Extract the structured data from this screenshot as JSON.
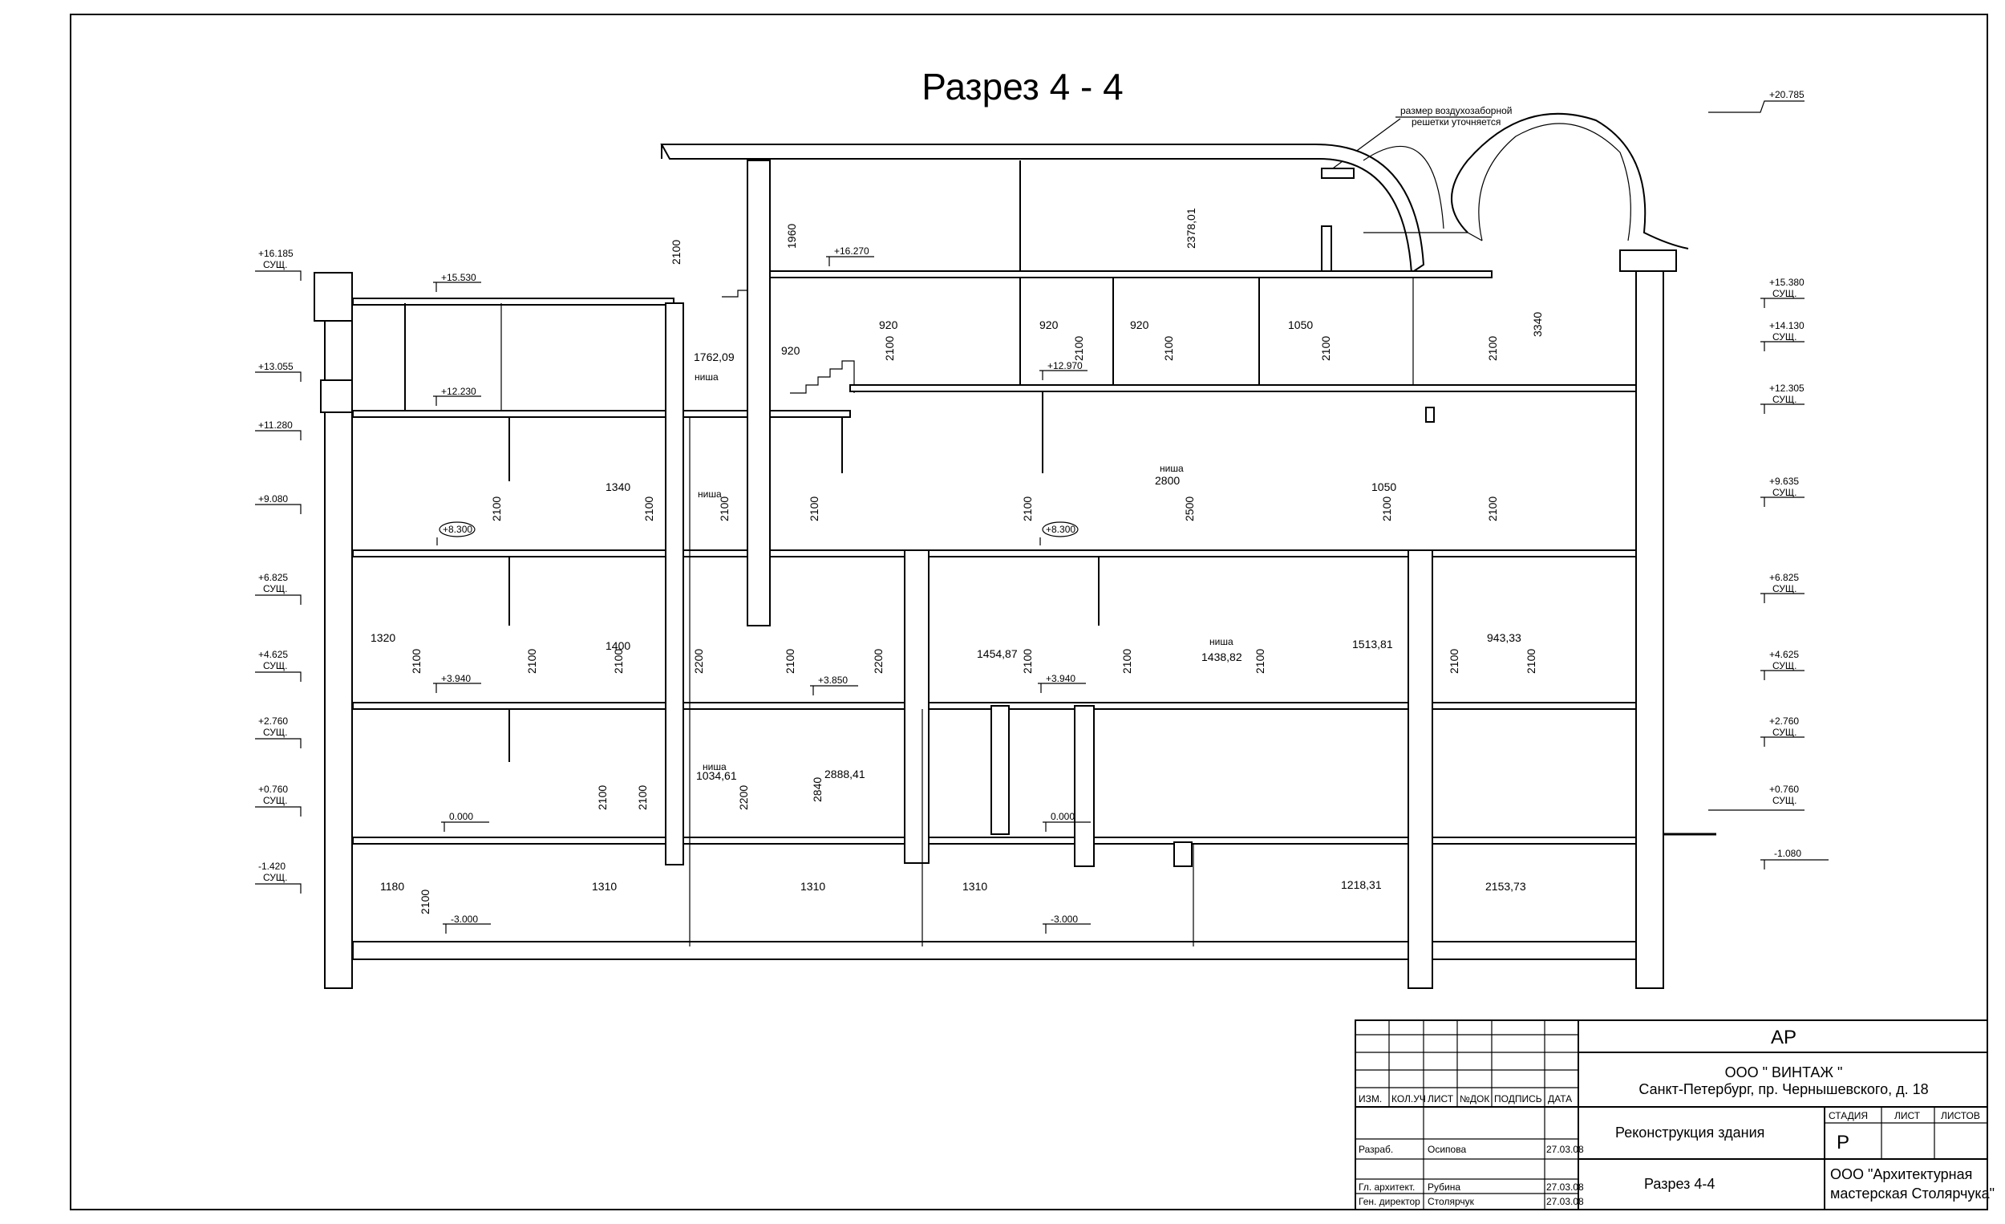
{
  "title": "Разрез 4 - 4",
  "note": {
    "line1": "размер воздухозаборной",
    "line2": "решетки уточняется"
  },
  "left_levels": [
    {
      "value": "+16.185",
      "sub": "СУЩ."
    },
    {
      "value": "+13.055",
      "sub": ""
    },
    {
      "value": "+11.280",
      "sub": ""
    },
    {
      "value": "+9.080",
      "sub": ""
    },
    {
      "value": "+6.825",
      "sub": "СУЩ."
    },
    {
      "value": "+4.625",
      "sub": "СУЩ."
    },
    {
      "value": "+2.760",
      "sub": "СУЩ."
    },
    {
      "value": "+0.760",
      "sub": "СУЩ."
    },
    {
      "value": "-1.420",
      "sub": "СУЩ."
    }
  ],
  "right_levels": [
    {
      "value": "+20.785",
      "sub": ""
    },
    {
      "value": "+15.380",
      "sub": "СУЩ."
    },
    {
      "value": "+14.130",
      "sub": "СУЩ."
    },
    {
      "value": "+12.305",
      "sub": "СУЩ."
    },
    {
      "value": "+9.635",
      "sub": "СУЩ."
    },
    {
      "value": "+6.825",
      "sub": "СУЩ."
    },
    {
      "value": "+4.625",
      "sub": "СУЩ."
    },
    {
      "value": "+2.760",
      "sub": "СУЩ."
    },
    {
      "value": "+0.760",
      "sub": "СУЩ."
    },
    {
      "value": "-1.080",
      "sub": ""
    }
  ],
  "inner_levels": [
    "+15.530",
    "+12.230",
    "+16.270",
    "+12.970",
    "+8.300",
    "+8.300",
    "+3.940",
    "+3.850",
    "+3.940",
    "0.000",
    "0.000",
    "-3.000",
    "-3.000"
  ],
  "dims_horizontal": [
    "1762,09",
    "920",
    "920",
    "920",
    "920",
    "1050",
    "1340",
    "2800",
    "1050",
    "1320",
    "1400",
    "1454,87",
    "1438,82",
    "1513,81",
    "943,33",
    "1034,61",
    "2888,41",
    "1180",
    "1310",
    "1310",
    "1310",
    "1218,31",
    "2153,73"
  ],
  "dims_vertical": [
    "2100",
    "1960",
    "2378,01",
    "3340",
    "2100",
    "2100",
    "2100",
    "2100",
    "2100",
    "2100",
    "2100",
    "2100",
    "2500",
    "2100",
    "2100",
    "2100",
    "2100",
    "2100",
    "2100",
    "2200",
    "2100",
    "2200",
    "2100",
    "2100",
    "2100",
    "2100",
    "2100",
    "2100",
    "2200",
    "2840",
    "2100",
    "2100",
    "2100"
  ],
  "niche_label": "ниша",
  "stamp": {
    "ar": "АР",
    "org1": "ООО  \" ВИНТАЖ \"",
    "address": "Санкт-Петербург, пр. Чернышевского, д. 18",
    "headers": [
      "ИЗМ.",
      "КОЛ.УЧ",
      "ЛИСТ",
      "№ДОК",
      "ПОДПИСЬ",
      "ДАТА"
    ],
    "project": "Реконструкция  здания",
    "sheet_name": "Разрез 4-4",
    "stage_hdr": "СТАДИЯ",
    "list_hdr": "ЛИСТ",
    "lists_hdr": "ЛИСТОВ",
    "stage": "Р",
    "org2_line1": "ООО \"Архитектурная",
    "org2_line2": "мастерская Столярчука\"",
    "rows": [
      {
        "role": "Разраб.",
        "name": "Осипова",
        "date": "27.03.08"
      },
      {
        "role": "Гл. архитект.",
        "name": "Рубина",
        "date": "27.03.08"
      },
      {
        "role": "Ген. директор",
        "name": "Столярчук",
        "date": "27.03.08"
      }
    ]
  }
}
